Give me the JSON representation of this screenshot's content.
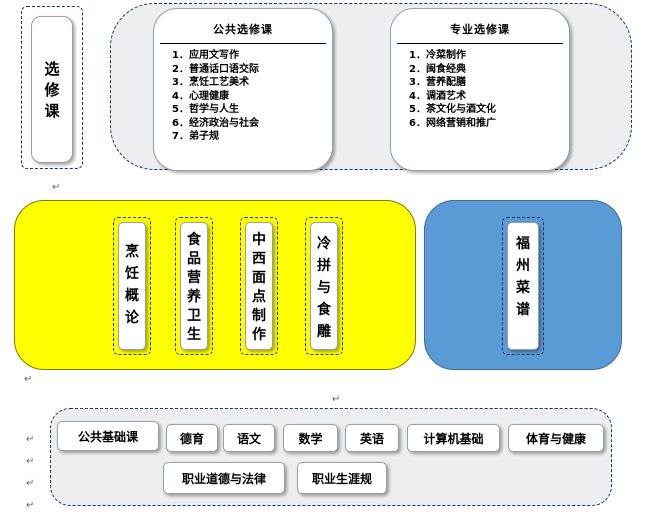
{
  "elective": {
    "label_chars": [
      "选",
      "修",
      "课"
    ],
    "public": {
      "title": "公共选修课",
      "items": [
        "1．应用文写作",
        "2．普通话口语交际",
        "3．烹饪工艺美术",
        "4．心理健康",
        "5．哲学与人生",
        "6．经济政治与社会",
        "7．弟子规"
      ]
    },
    "professional": {
      "title": "专业选修课",
      "items": [
        "1．冷菜制作",
        "2．闽食经典",
        "3．营养配膳",
        "4．调酒艺术",
        "5．茶文化与酒文化",
        "6．网络营销和推广"
      ]
    }
  },
  "core": {
    "courses": [
      {
        "chars": [
          "烹",
          "饪",
          "概",
          "论"
        ]
      },
      {
        "chars": [
          "食",
          "品",
          "营",
          "养",
          "卫",
          "生"
        ]
      },
      {
        "chars": [
          "中",
          "西",
          "面",
          "点",
          "制",
          "作"
        ]
      },
      {
        "chars": [
          "冷",
          "拼",
          "与",
          "食",
          "雕"
        ]
      }
    ]
  },
  "specialty": {
    "chars": [
      "福",
      "州",
      "菜",
      "谱"
    ]
  },
  "basic": {
    "label": "公共基础课",
    "row1": [
      "德育",
      "语文",
      "数学",
      "英语",
      "计算机基础",
      "体育与健康"
    ],
    "row2": [
      "职业道德与法律",
      "职业生涯规"
    ]
  },
  "colors": {
    "yellow": "#ffff00",
    "blue": "#5b9bd5",
    "panel": "#eceef0",
    "dash": "#1f2f6b"
  }
}
